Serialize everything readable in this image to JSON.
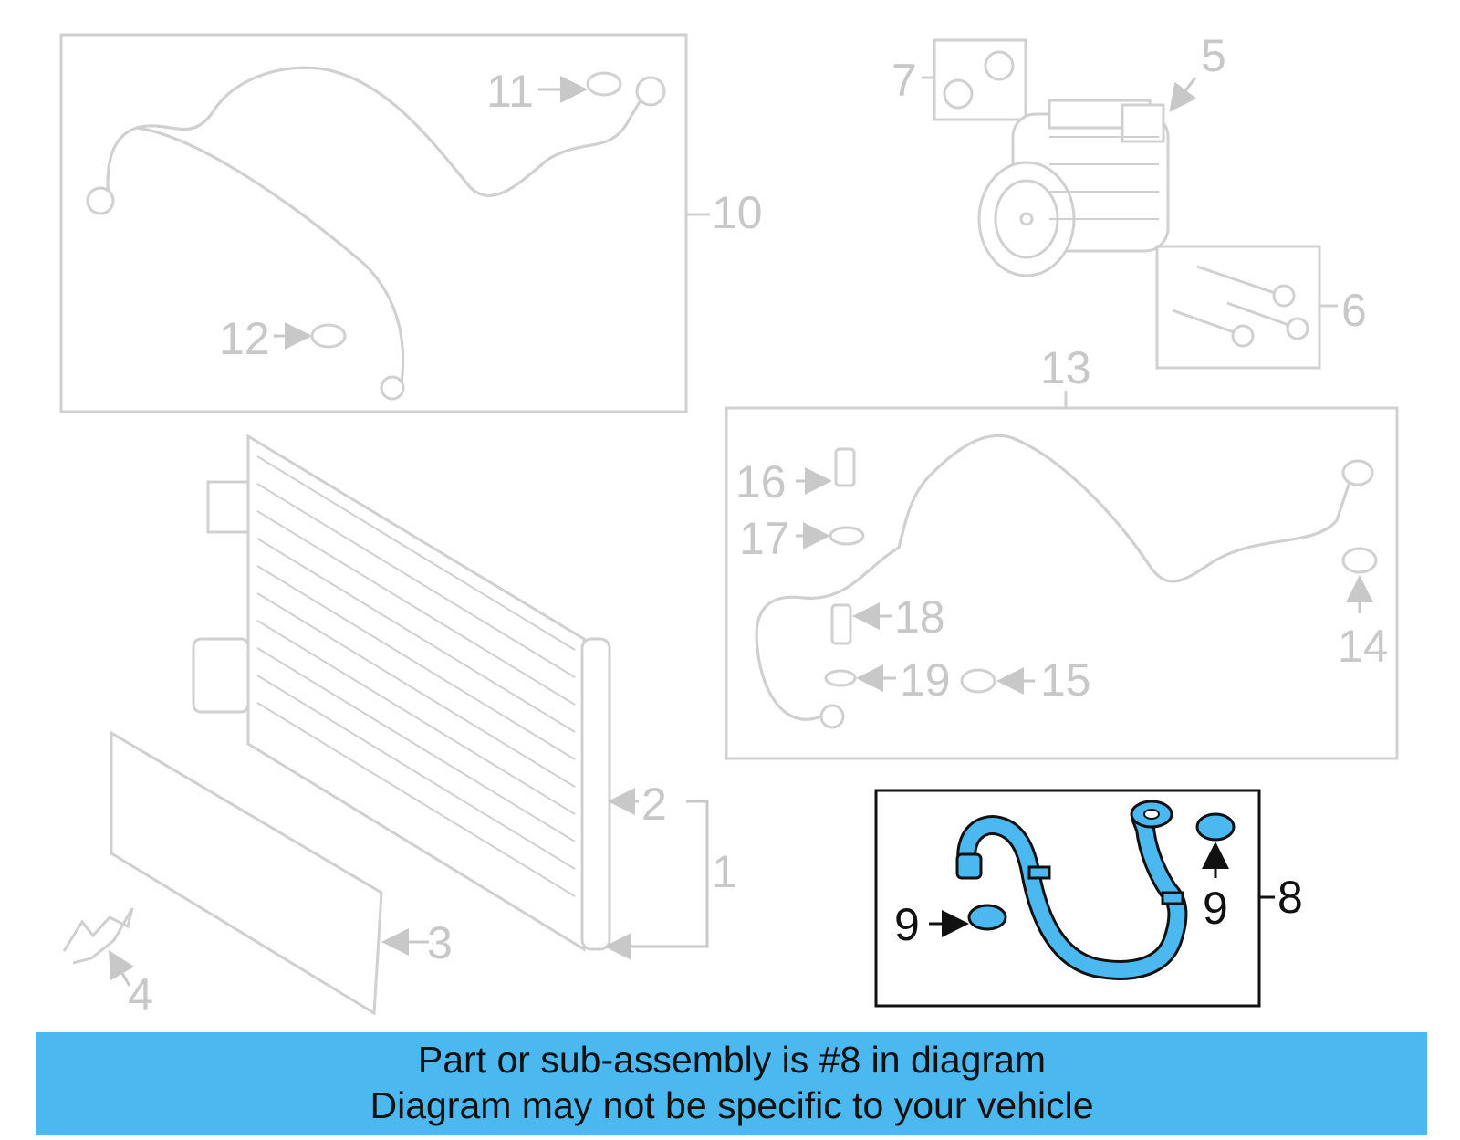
{
  "callouts": {
    "c1": "1",
    "c2": "2",
    "c3": "3",
    "c4": "4",
    "c5": "5",
    "c6": "6",
    "c7": "7",
    "c8": "8",
    "c9_left": "9",
    "c9_right": "9",
    "c10": "10",
    "c11": "11",
    "c12": "12",
    "c13": "13",
    "c14": "14",
    "c15": "15",
    "c16": "16",
    "c17": "17",
    "c18": "18",
    "c19": "19"
  },
  "highlighted_part": "8",
  "colors": {
    "highlight": "#4bb8ef",
    "banner_background": "#4bb8ef",
    "inactive_lines": "#d0d0d0"
  },
  "banner": {
    "line1": "Part or sub-assembly is #8 in diagram",
    "line2": "Diagram may not be specific to your vehicle"
  }
}
